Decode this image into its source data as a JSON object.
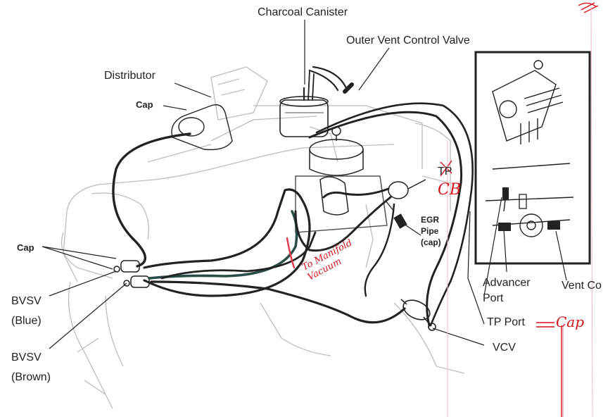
{
  "labels": {
    "charcoal_canister": "Charcoal Canister",
    "outer_vent_control_valve": "Outer Vent Control Valve",
    "distributor": "Distributor",
    "cap_distributor": "Cap",
    "cap_left": "Cap",
    "bvsv_blue_1": "BVSV",
    "bvsv_blue_2": "(Blue)",
    "bvsv_brown_1": "BVSV",
    "bvsv_brown_2": "(Brown)",
    "egr_pipe_1": "EGR",
    "egr_pipe_2": "Pipe",
    "egr_pipe_3": "(cap)",
    "advancer_port_1": "Advancer",
    "advancer_port_2": "Port",
    "vent_control": "Vent Co",
    "tp_port": "TP Port",
    "vcv": "VCV",
    "tp_struck": "TP"
  },
  "annotations": {
    "cb": "CB",
    "to_manifold_1": "To Manifold",
    "to_manifold_2": "Vacuum",
    "cap_handwritten": "Cap"
  },
  "colors": {
    "ink": "#222222",
    "handwriting": "#d8121b",
    "highlight_line": "#e23a4a"
  }
}
